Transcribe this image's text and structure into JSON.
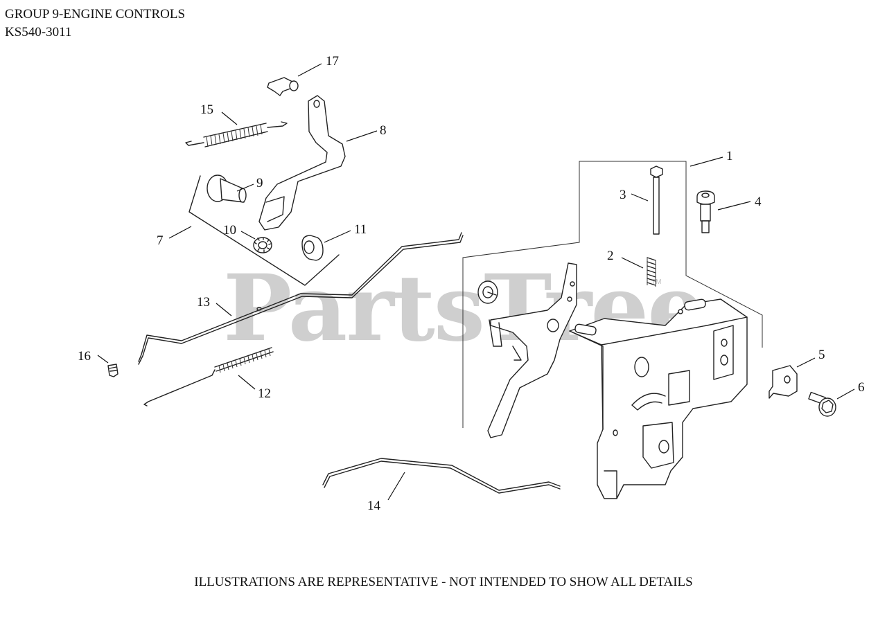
{
  "header": {
    "group_title": "GROUP 9-ENGINE CONTROLS",
    "model_number": "KS540-3011"
  },
  "watermark": {
    "text": "PartsTree",
    "tm": "TM"
  },
  "footer": {
    "disclaimer": "ILLUSTRATIONS ARE REPRESENTATIVE - NOT INTENDED TO SHOW ALL DETAILS"
  },
  "callouts": [
    "1",
    "2",
    "3",
    "4",
    "5",
    "6",
    "7",
    "8",
    "9",
    "10",
    "11",
    "12",
    "13",
    "14",
    "15",
    "16",
    "17"
  ],
  "colors": {
    "line": "#222222",
    "watermark": "#cfcfcf",
    "background": "#ffffff"
  }
}
